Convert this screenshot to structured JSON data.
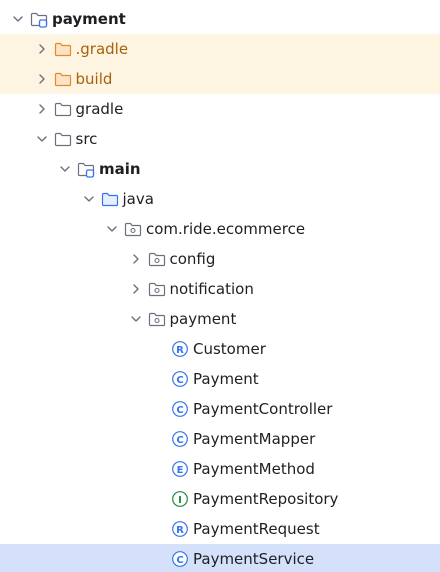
{
  "colors": {
    "excluded_bg": "#fdf5e2",
    "selected_bg": "#d5e1fb",
    "excluded_text": "#a9600c",
    "folder_gray": "#6c707e",
    "folder_orange": "#e08a2c",
    "folder_blue": "#3574f0",
    "class_blue": "#3574f0",
    "interface_green": "#208a3c"
  },
  "tree": [
    {
      "label": "payment",
      "depth": 0,
      "state": "expanded",
      "icon": "module-folder-icon",
      "bold": true,
      "style": "normal"
    },
    {
      "label": ".gradle",
      "depth": 1,
      "state": "collapsed",
      "icon": "excluded-folder-icon",
      "bold": false,
      "style": "excluded"
    },
    {
      "label": "build",
      "depth": 1,
      "state": "collapsed",
      "icon": "excluded-folder-icon",
      "bold": false,
      "style": "excluded"
    },
    {
      "label": "gradle",
      "depth": 1,
      "state": "collapsed",
      "icon": "folder-icon",
      "bold": false,
      "style": "normal"
    },
    {
      "label": "src",
      "depth": 1,
      "state": "expanded",
      "icon": "folder-icon",
      "bold": false,
      "style": "normal"
    },
    {
      "label": "main",
      "depth": 2,
      "state": "expanded",
      "icon": "module-folder-icon",
      "bold": true,
      "style": "normal"
    },
    {
      "label": "java",
      "depth": 3,
      "state": "expanded",
      "icon": "source-folder-icon",
      "bold": false,
      "style": "normal"
    },
    {
      "label": "com.ride.ecommerce",
      "depth": 4,
      "state": "expanded",
      "icon": "package-icon",
      "bold": false,
      "style": "normal"
    },
    {
      "label": "config",
      "depth": 5,
      "state": "collapsed",
      "icon": "package-icon",
      "bold": false,
      "style": "normal"
    },
    {
      "label": "notification",
      "depth": 5,
      "state": "collapsed",
      "icon": "package-icon",
      "bold": false,
      "style": "normal"
    },
    {
      "label": "payment",
      "depth": 5,
      "state": "expanded",
      "icon": "package-icon",
      "bold": false,
      "style": "normal"
    },
    {
      "label": "Customer",
      "depth": 6,
      "state": "leaf",
      "icon": "record-icon",
      "badge": "R",
      "bold": false,
      "style": "normal"
    },
    {
      "label": "Payment",
      "depth": 6,
      "state": "leaf",
      "icon": "class-icon",
      "badge": "C",
      "bold": false,
      "style": "normal"
    },
    {
      "label": "PaymentController",
      "depth": 6,
      "state": "leaf",
      "icon": "class-icon",
      "badge": "C",
      "bold": false,
      "style": "normal"
    },
    {
      "label": "PaymentMapper",
      "depth": 6,
      "state": "leaf",
      "icon": "class-icon",
      "badge": "C",
      "bold": false,
      "style": "normal"
    },
    {
      "label": "PaymentMethod",
      "depth": 6,
      "state": "leaf",
      "icon": "enum-icon",
      "badge": "E",
      "bold": false,
      "style": "normal"
    },
    {
      "label": "PaymentRepository",
      "depth": 6,
      "state": "leaf",
      "icon": "interface-icon",
      "badge": "I",
      "bold": false,
      "style": "normal"
    },
    {
      "label": "PaymentRequest",
      "depth": 6,
      "state": "leaf",
      "icon": "record-icon",
      "badge": "R",
      "bold": false,
      "style": "normal"
    },
    {
      "label": "PaymentService",
      "depth": 6,
      "state": "leaf",
      "icon": "class-icon",
      "badge": "C",
      "bold": false,
      "style": "selected"
    }
  ]
}
